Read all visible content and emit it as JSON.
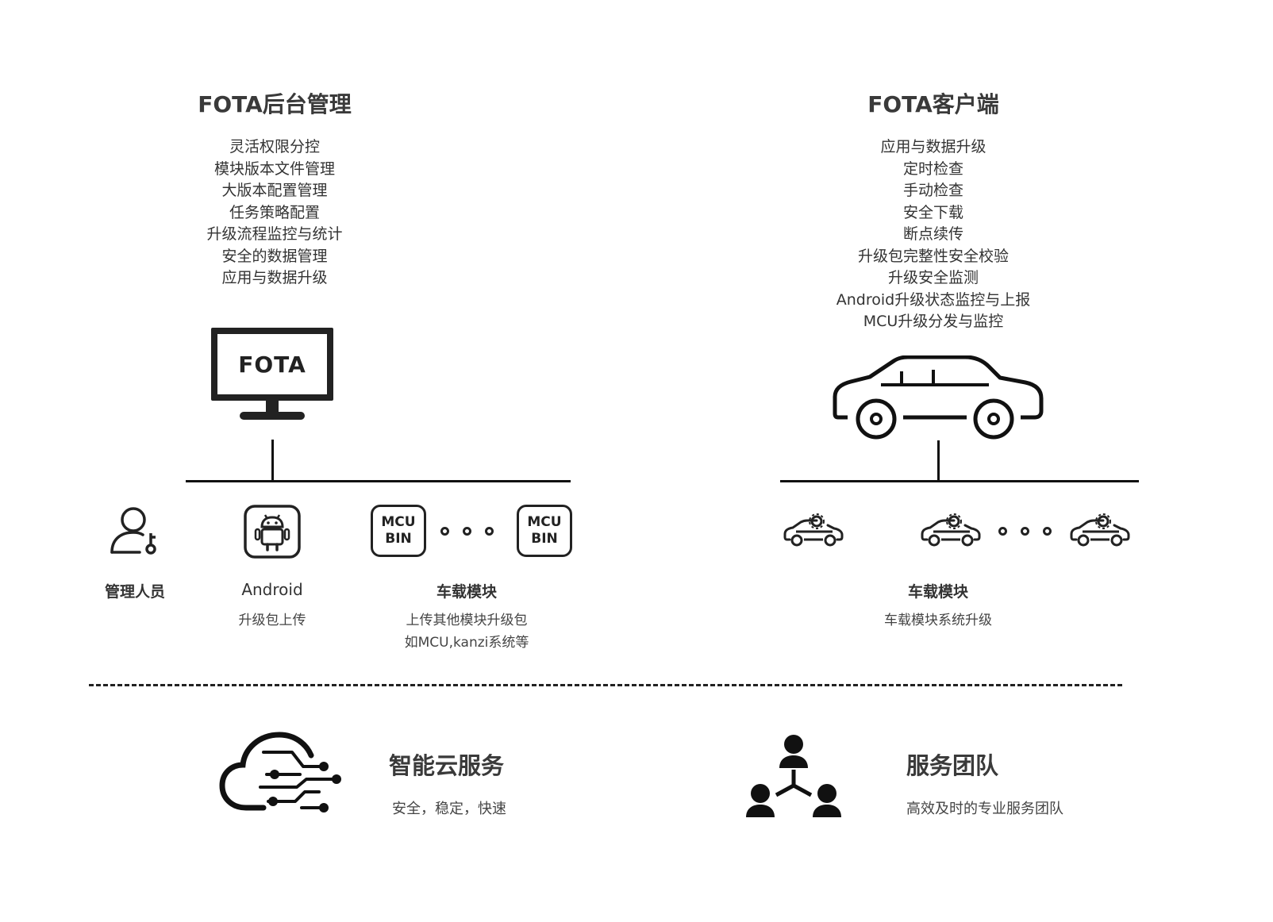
{
  "backend": {
    "title": "FOTA后台管理",
    "features": [
      "灵活权限分控",
      "模块版本文件管理",
      "大版本配置管理",
      "任务策略配置",
      "升级流程监控与统计",
      "安全的数据管理",
      "应用与数据升级"
    ],
    "monitor_text": "FOTA",
    "admin_label": "管理人员",
    "android_label": "Android",
    "android_sub": "升级包上传",
    "chip_line1": "MCU",
    "chip_line2": "BIN",
    "module_label": "车载模块",
    "module_sub1": "上传其他模块升级包",
    "module_sub2": "如MCU,kanzi系统等"
  },
  "client": {
    "title": "FOTA客户端",
    "features": [
      "应用与数据升级",
      "定时检查",
      "手动检查",
      "安全下载",
      "断点续传",
      "升级包完整性安全校验",
      "升级安全监测",
      "Android升级状态监控与上报",
      "MCU升级分发与监控"
    ],
    "module_label": "车载模块",
    "module_sub": "车载模块系统升级"
  },
  "services": {
    "cloud_title": "智能云服务",
    "cloud_sub": "安全，稳定，快速",
    "team_title": "服务团队",
    "team_sub": "高效及时的专业服务团队"
  },
  "icons": [
    "monitor-icon",
    "admin-user-key-icon",
    "android-icon",
    "mcu-bin-chip-icon",
    "car-icon",
    "car-gear-icon",
    "cloud-network-icon",
    "team-icon"
  ],
  "colors": {
    "line": "#111111",
    "text": "#333333",
    "background": "#ffffff"
  }
}
